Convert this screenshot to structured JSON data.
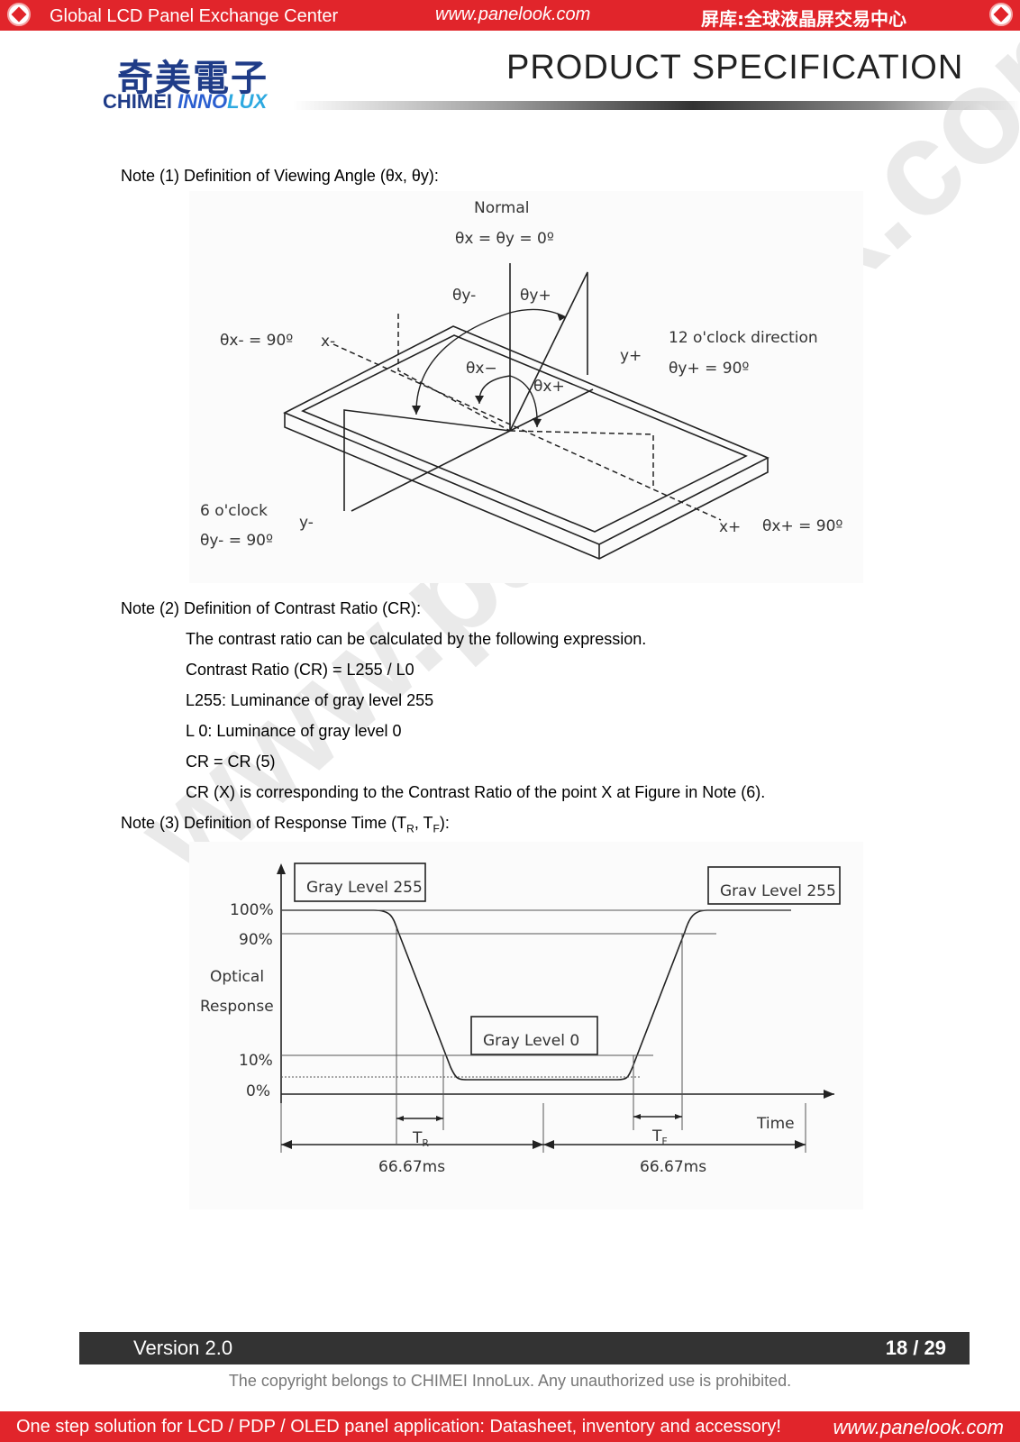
{
  "top_banner": {
    "left_text": "Global LCD Panel Exchange Center",
    "center_url": "www.panelook.com",
    "right_text": "屏库:全球液晶屏交易中心"
  },
  "header": {
    "brand_cn": "奇美電子",
    "brand_en_1": "CHIMEI ",
    "brand_en_2": "INNO",
    "brand_en_3": "LUX",
    "title": "PRODUCT  SPECIFICATION"
  },
  "watermark": "www.panelook.com",
  "note1": {
    "heading": "Note (1) Definition of Viewing Angle (θx, θy):",
    "figure": {
      "normal": "Normal",
      "normal_eq": "θx = θy = 0º",
      "theta_y_minus": "θy-",
      "theta_y_plus": "θy+",
      "theta_x_minus_90": "θx- = 90º",
      "x_minus": "x-",
      "theta_x_minus": "θx−",
      "theta_x_plus": "θx+",
      "y_plus": "y+",
      "twelve_oclock": "12 o'clock direction",
      "theta_y_plus_90": "θy+ = 90º",
      "six_oclock": "6 o'clock",
      "theta_y_minus_90": "θy- = 90º",
      "y_minus": "y-",
      "x_plus": "x+",
      "theta_x_plus_90": "θx+ = 90º"
    }
  },
  "note2": {
    "heading": "Note (2) Definition of Contrast Ratio (CR):",
    "lines": [
      "The contrast ratio can be calculated by the following expression.",
      "Contrast Ratio (CR) = L255 / L0",
      "L255: Luminance of gray level 255",
      "L 0: Luminance of gray level 0",
      "CR = CR (5)",
      "CR (X) is corresponding to the Contrast Ratio of the point X at Figure in Note (6)."
    ]
  },
  "note3": {
    "heading_pre": "Note (3) Definition of Response Time (T",
    "sub_r": "R",
    "heading_mid": ", T",
    "sub_f": "F",
    "heading_post": "):",
    "figure": {
      "box_left": "Gray Level 255",
      "box_right": "Grav Level 255",
      "box_mid": "Gray Level 0",
      "tick_100": "100%",
      "tick_90": "90%",
      "tick_10": "10%",
      "tick_0": "0%",
      "ylabel_1": "Optical",
      "ylabel_2": "Response",
      "xlabel": "Time",
      "tr_main": "T",
      "tr_sub": "R",
      "tf_main": "T",
      "tf_sub": "F",
      "period_1": "66.67ms",
      "period_2": "66.67ms"
    }
  },
  "footer": {
    "version": "Version 2.0",
    "page": "18 / 29",
    "copyright": "The copyright belongs to CHIMEI InnoLux. Any unauthorized use is prohibited."
  },
  "bottom_banner": {
    "left_text": "One step solution for LCD / PDP / OLED panel application: Datasheet, inventory and accessory!",
    "right_url": "www.panelook.com"
  }
}
